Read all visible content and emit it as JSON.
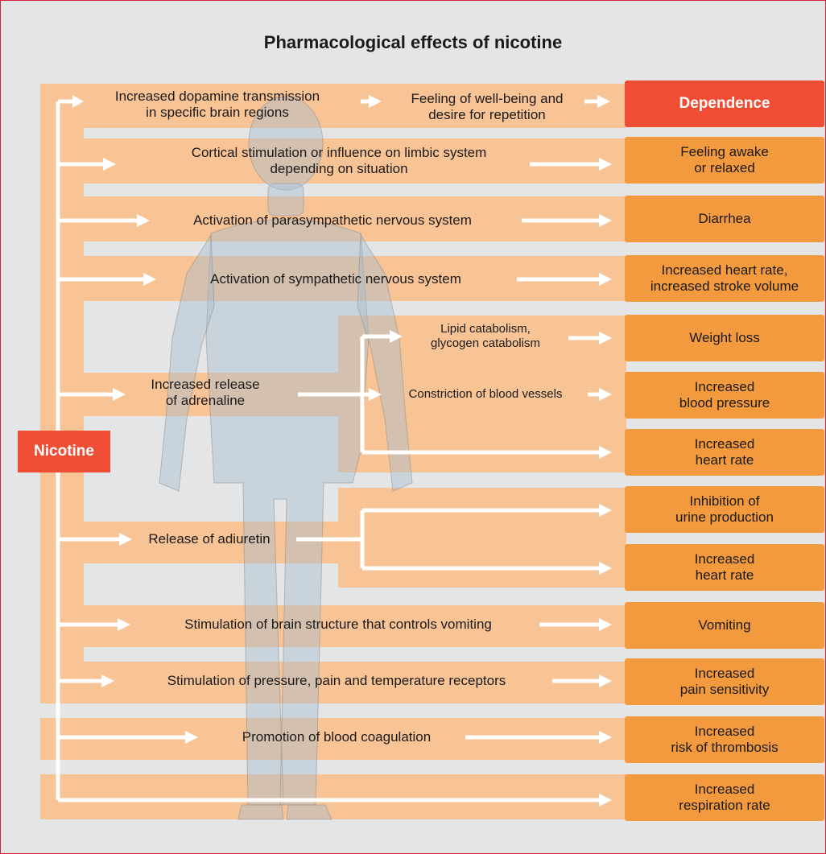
{
  "title": "Pharmacological effects of nicotine",
  "source_label": "Nicotine",
  "colors": {
    "background": "#e4e5e7",
    "band": "#f8c395",
    "effect_box": "#f39a3f",
    "highlight_box": "#ef4e35",
    "arrow": "#ffffff",
    "border": "#d0233a"
  },
  "mechanisms": {
    "dopamine": "Increased dopamine transmission\nin specific brain regions",
    "wellbeing": "Feeling of well-being and\ndesire for repetition",
    "cortical": "Cortical stimulation or influence on limbic system\ndepending on situation",
    "parasympathetic": "Activation of parasympathetic nervous system",
    "sympathetic": "Activation of sympathetic nervous system",
    "adrenaline": "Increased release\nof adrenaline",
    "lipid": "Lipid catabolism,\nglycogen catabolism",
    "constriction": "Constriction of blood vessels",
    "adiuretin": "Release of adiuretin",
    "vomiting_center": "Stimulation of brain structure that controls vomiting",
    "receptors": "Stimulation of pressure, pain and temperature receptors",
    "coagulation": "Promotion of blood coagulation"
  },
  "effects": [
    "Dependence",
    "Feeling awake\nor relaxed",
    "Diarrhea",
    "Increased heart rate,\nincreased stroke volume",
    "Weight loss",
    "Increased\nblood pressure",
    "Increased\nheart rate",
    "Inhibition of\nurine production",
    "Increased\nheart rate",
    "Vomiting",
    "Increased\npain sensitivity",
    "Increased\nrisk of thrombosis",
    "Increased\nrespiration rate"
  ]
}
